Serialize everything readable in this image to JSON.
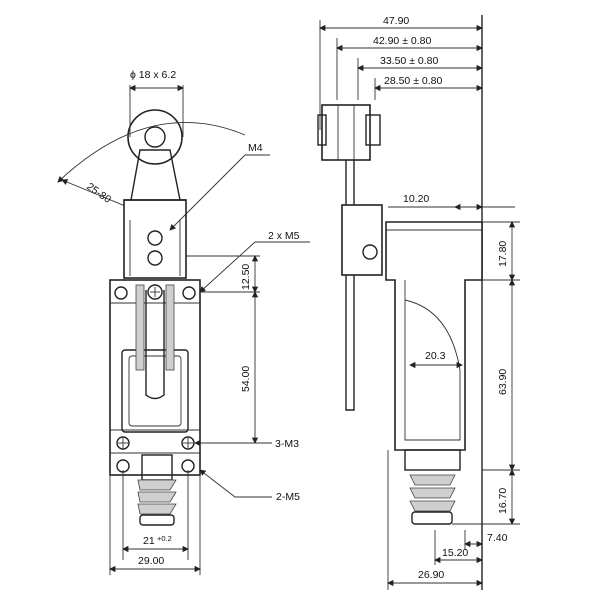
{
  "front_view": {
    "roller_label": "ϕ 18 x 6.2",
    "radius_label": "25-80",
    "m4_label": "M4",
    "two_m5_top_label": "2 x M5",
    "dim_1250": "12.50",
    "dim_5400": "54.00",
    "three_m3_label": "3-M3",
    "two_m5_bottom_label": "2-M5",
    "dim_21": "21",
    "dim_21_tol": "+0.2",
    "dim_2900": "29.00"
  },
  "side_view": {
    "dim_4790": "47.90",
    "dim_4290": "42.90 ± 0.80",
    "dim_3350": "33.50 ± 0.80",
    "dim_2850": "28.50 ± 0.80",
    "dim_1020": "10.20",
    "dim_1780": "17.80",
    "dim_203": "20.3",
    "dim_6390": "63.90",
    "dim_1670": "16.70",
    "dim_740": "7.40",
    "dim_1520": "15.20",
    "dim_2690": "26.90"
  }
}
